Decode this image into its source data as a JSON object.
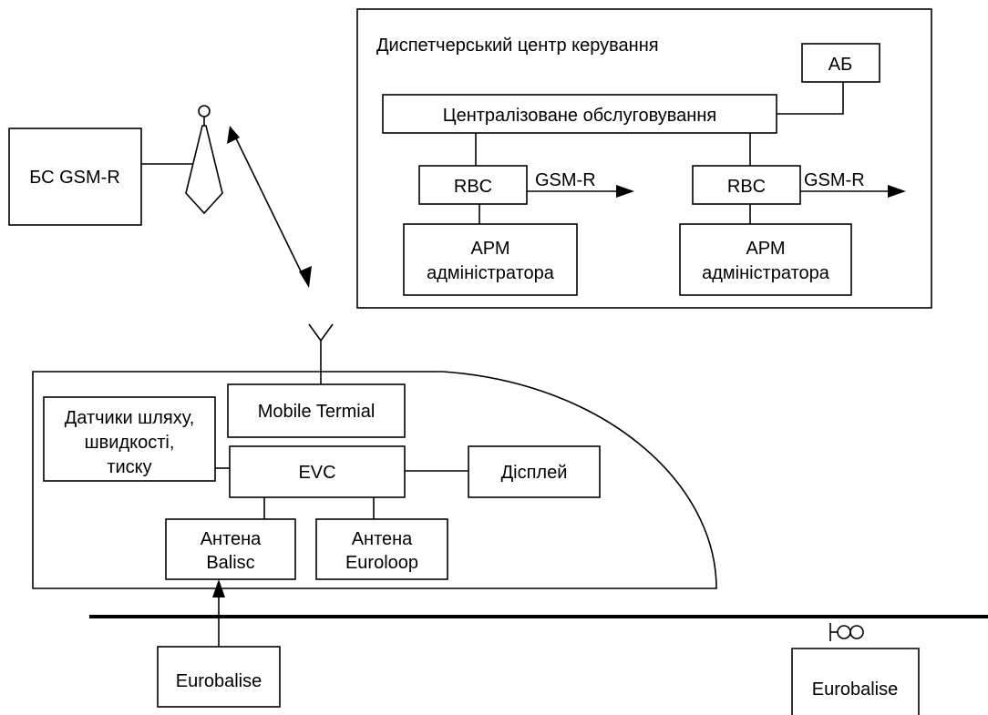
{
  "diagram": {
    "control_center": {
      "title": "Диспетчерський центр керування",
      "ab": "АБ",
      "central_service": "Централізоване обслуговування",
      "rbc_left": "RBC",
      "rbc_right": "RBC",
      "gsmr_left": "GSM-R",
      "gsmr_right": "GSM-R",
      "arm_left": [
        "АРМ",
        "адміністратора"
      ],
      "arm_right": [
        "АРМ",
        "адміністратора"
      ]
    },
    "base_station": "БС GSM-R",
    "train": {
      "mobile_terminal": "Mobile Termial",
      "sensors": [
        "Датчики шляху,",
        "швидкості,",
        "тиску"
      ],
      "evc": "EVC",
      "display": "Дісплей",
      "antenna_balise": [
        "Антена",
        "Balisc"
      ],
      "antenna_euroloop": [
        "Антена",
        "Euroloop"
      ]
    },
    "track": {
      "eurobalise_left": "Eurobalise",
      "eurobalise_right": "Eurobalise"
    }
  }
}
